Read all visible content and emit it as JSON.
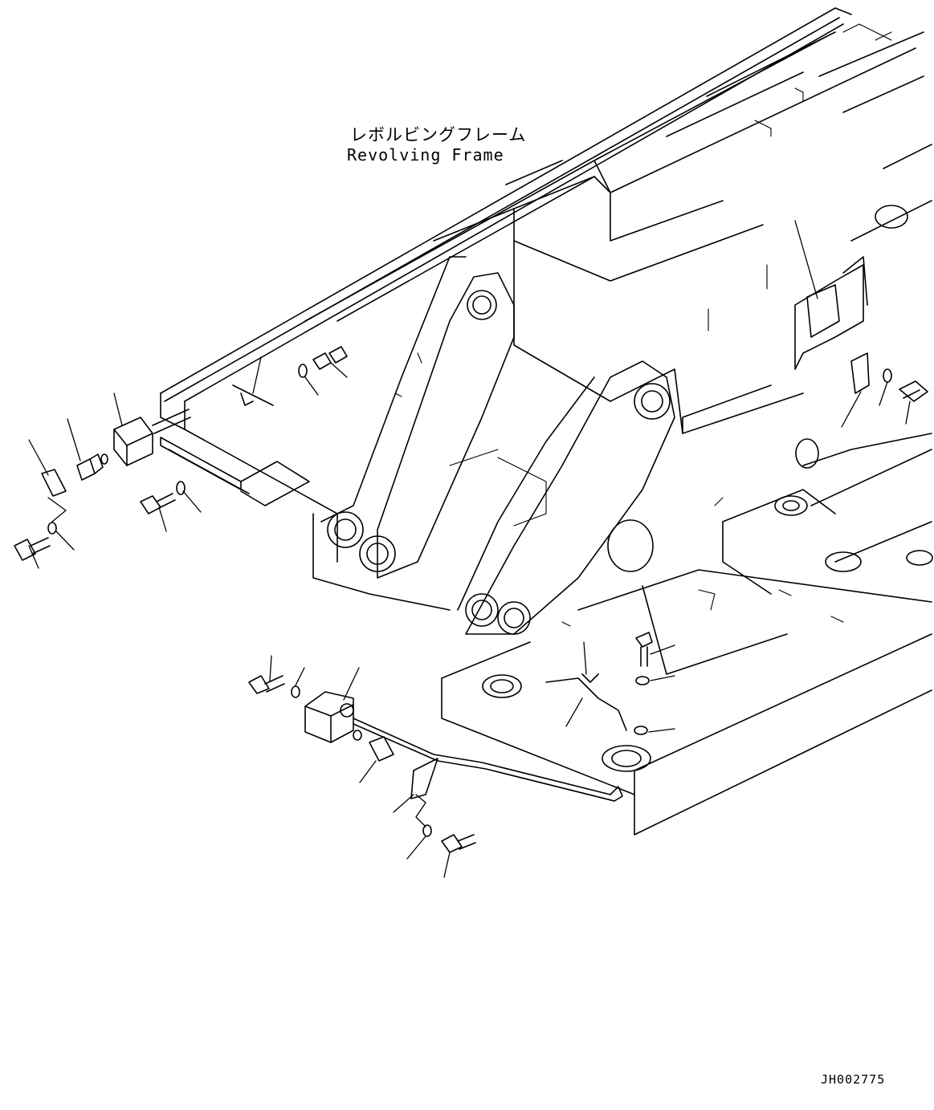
{
  "labels": {
    "frame_name_jp": "レボルビングフレーム",
    "frame_name_en": "Revolving Frame",
    "drawing_number": "JH002775"
  },
  "colors": {
    "line": "#000000",
    "background": "#ffffff"
  }
}
